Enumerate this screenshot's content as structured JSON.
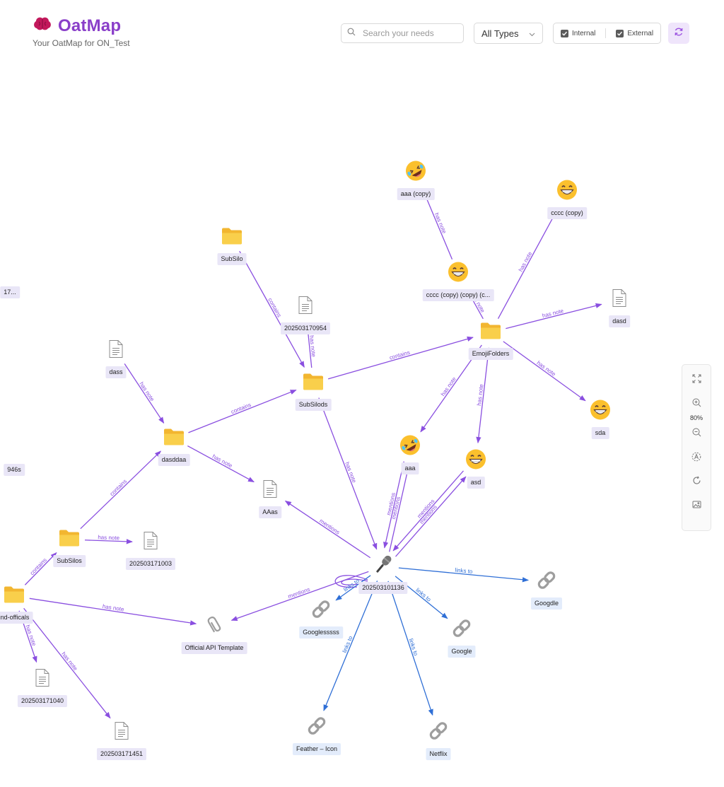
{
  "header": {
    "brand_title": "OatMap",
    "brand_subtitle": "Your OatMap for ON_Test"
  },
  "toolbar": {
    "search_placeholder": "Search your needs",
    "type_select_value": "All Types",
    "internal_label": "Internal",
    "external_label": "External",
    "internal_checked": true,
    "external_checked": true
  },
  "zoom": {
    "level": "80%"
  },
  "colors": {
    "accent": "#8a3fc9",
    "internal_edge": "#8a4fe0",
    "external_edge": "#2f6fd6",
    "folder": "#f7c948"
  },
  "nodes": [
    {
      "id": "aaa_copy",
      "label": "aaa (copy)",
      "icon": "rofl-emoji-icon"
    },
    {
      "id": "cccc_copy",
      "label": "cccc (copy)",
      "icon": "grin-emoji-icon"
    },
    {
      "id": "cccc_ccc",
      "label": "cccc (copy) (copy) (c...",
      "icon": "grin-emoji-icon"
    },
    {
      "id": "subsilo",
      "label": "SubSilo",
      "icon": "folder-icon"
    },
    {
      "id": "n954",
      "label": "202503170954",
      "icon": "document-icon"
    },
    {
      "id": "emojifolders",
      "label": "EmojiFolders",
      "icon": "folder-icon"
    },
    {
      "id": "dasd",
      "label": "dasd",
      "icon": "document-icon"
    },
    {
      "id": "dass",
      "label": "dass",
      "icon": "document-icon"
    },
    {
      "id": "subsilods",
      "label": "SubSilods",
      "icon": "folder-icon"
    },
    {
      "id": "sda",
      "label": "sda",
      "icon": "grin-emoji-icon"
    },
    {
      "id": "dasddaa",
      "label": "dasddaa",
      "icon": "folder-icon"
    },
    {
      "id": "aaa",
      "label": "aaa",
      "icon": "rofl-emoji-icon"
    },
    {
      "id": "asd",
      "label": "asd",
      "icon": "grin-emoji-icon"
    },
    {
      "id": "aaas",
      "label": "AAas",
      "icon": "document-icon"
    },
    {
      "id": "subsilos",
      "label": "SubSilos",
      "icon": "folder-icon"
    },
    {
      "id": "n1003",
      "label": "202503171003",
      "icon": "document-icon"
    },
    {
      "id": "center",
      "label": "202503101136",
      "icon": "microphone-icon"
    },
    {
      "id": "googdle",
      "label": "Googdle",
      "icon": "link-icon"
    },
    {
      "id": "findofficals",
      "label": "ind-officals",
      "icon": "folder-icon"
    },
    {
      "id": "googless",
      "label": "Googlesssss",
      "icon": "link-icon"
    },
    {
      "id": "google",
      "label": "Google",
      "icon": "link-icon"
    },
    {
      "id": "template",
      "label": "Official API Template",
      "icon": "paperclip-icon"
    },
    {
      "id": "n1040",
      "label": "202503171040",
      "icon": "document-icon"
    },
    {
      "id": "feather",
      "label": "Feather – Icon",
      "icon": "link-icon"
    },
    {
      "id": "netflix",
      "label": "Netflix",
      "icon": "link-icon"
    },
    {
      "id": "n1451",
      "label": "202503171451",
      "icon": "document-icon"
    },
    {
      "id": "left17",
      "label": "17...",
      "icon": "none"
    },
    {
      "id": "left946",
      "label": "946s",
      "icon": "none"
    }
  ],
  "edges": [
    {
      "from": "cccc_ccc",
      "to": "aaa_copy",
      "label": "has note"
    },
    {
      "from": "emojifolders",
      "to": "cccc_ccc",
      "label": "has note"
    },
    {
      "from": "emojifolders",
      "to": "cccc_copy",
      "label": "has note"
    },
    {
      "from": "emojifolders",
      "to": "dasd",
      "label": "has note"
    },
    {
      "from": "emojifolders",
      "to": "sda",
      "label": "has note"
    },
    {
      "from": "emojifolders",
      "to": "asd",
      "label": "has note"
    },
    {
      "from": "emojifolders",
      "to": "aaa",
      "label": "has note"
    },
    {
      "from": "subsilods",
      "to": "emojifolders",
      "label": "contains"
    },
    {
      "from": "subsilods",
      "to": "n954",
      "label": "has note"
    },
    {
      "from": "subsilo",
      "to": "subsilods",
      "label": "contains"
    },
    {
      "from": "dasddaa",
      "to": "subsilods",
      "label": "contains"
    },
    {
      "from": "dass",
      "to": "dasddaa",
      "label": "has note"
    },
    {
      "from": "dasddaa",
      "to": "aaas",
      "label": "has note"
    },
    {
      "from": "subsilos",
      "to": "dasddaa",
      "label": "contains"
    },
    {
      "from": "subsilos",
      "to": "n1003",
      "label": "has note"
    },
    {
      "from": "findofficals",
      "to": "subsilos",
      "label": "contains"
    },
    {
      "from": "findofficals",
      "to": "template",
      "label": "has note"
    },
    {
      "from": "findofficals",
      "to": "n1040",
      "label": "has note"
    },
    {
      "from": "findofficals",
      "to": "n1451",
      "label": "has note"
    },
    {
      "from": "subsilods",
      "to": "center",
      "label": "has note"
    },
    {
      "from": "center",
      "to": "aaas",
      "label": "mentions"
    },
    {
      "from": "center",
      "to": "aaa",
      "label": "mentions"
    },
    {
      "from": "aaa",
      "to": "center",
      "label": "mentions"
    },
    {
      "from": "center",
      "to": "asd",
      "label": "mentions"
    },
    {
      "from": "asd",
      "to": "center",
      "label": "mentions"
    },
    {
      "from": "center",
      "to": "template",
      "label": "mentions"
    },
    {
      "from": "center",
      "to": "googdle",
      "label": "links to"
    },
    {
      "from": "center",
      "to": "googless",
      "label": "links to"
    },
    {
      "from": "center",
      "to": "google",
      "label": "links to"
    },
    {
      "from": "center",
      "to": "feather",
      "label": "links to"
    },
    {
      "from": "center",
      "to": "netflix",
      "label": "links to"
    }
  ]
}
